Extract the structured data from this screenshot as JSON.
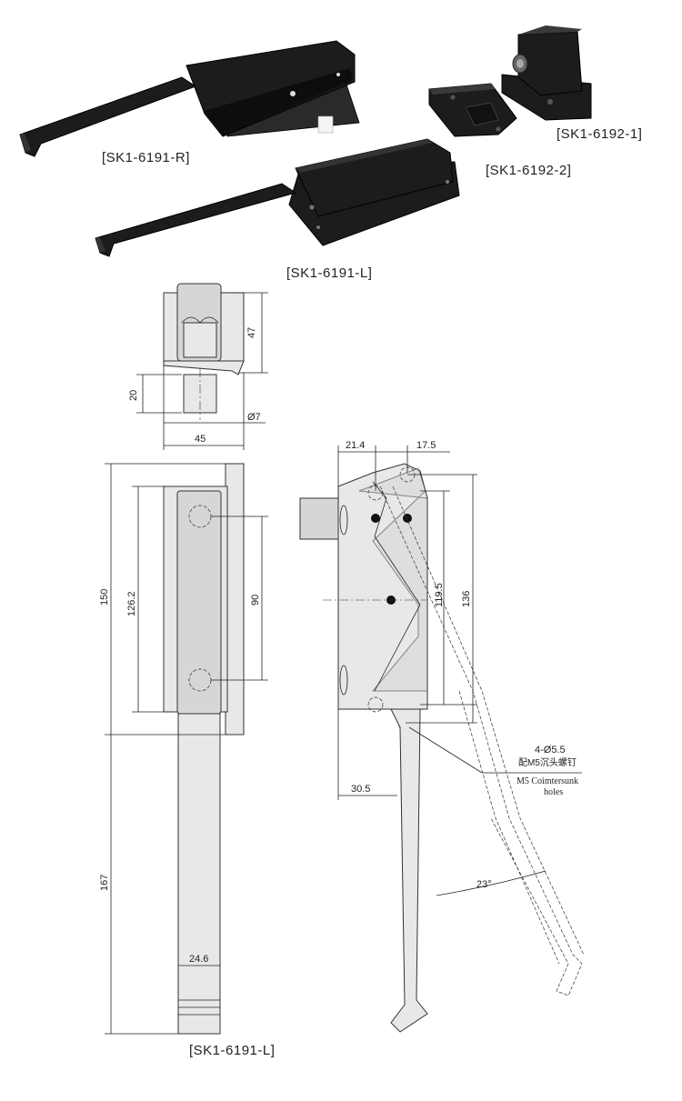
{
  "products": {
    "handle_r": "[SK1-6191-R]",
    "keeper_1": "[SK1-6192-1]",
    "keeper_2": "[SK1-6192-2]",
    "handle_l": "[SK1-6191-L]"
  },
  "drawing": {
    "label": "[SK1-6191-L]",
    "dims": {
      "d47": "47",
      "d20": "20",
      "d7": "Ø7",
      "d45": "45",
      "d150": "150",
      "d126": "126.2",
      "d90": "90",
      "d167": "167",
      "d246": "24.6",
      "d214": "21.4",
      "d175": "17.5",
      "d1195": "119.5",
      "d136": "136",
      "d305": "30.5",
      "angle": "23°"
    },
    "note": {
      "holes": "4-Ø5.5",
      "cn": "配M5沉头螺钉",
      "en1": "M5  Coimtersunk",
      "en2": "holes"
    }
  }
}
